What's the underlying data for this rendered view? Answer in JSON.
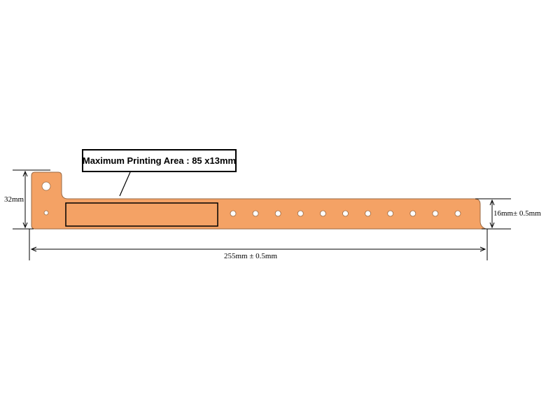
{
  "callout": {
    "label": "Maximum Printing Area : 85 x13mm"
  },
  "dimensions": {
    "overall_height": "32mm",
    "band_width": "16mm± 0.5mm",
    "length": "255mm ± 0.5mm"
  },
  "colors": {
    "band_fill": "#F4A265",
    "band_stroke": "#9A6A45",
    "line": "#000000",
    "hole": "#ffffff"
  },
  "band": {
    "strap_hole_count": 11
  }
}
